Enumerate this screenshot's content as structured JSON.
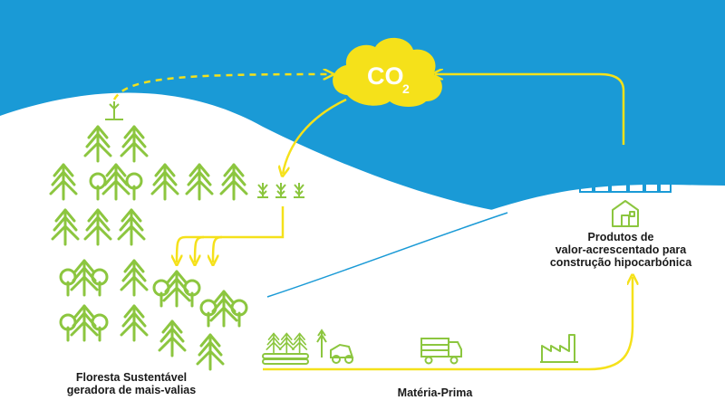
{
  "diagram": {
    "co2": {
      "main": "CO",
      "subscript": "2"
    },
    "forest_label": {
      "line1": "Floresta Sustentável",
      "line2": "geradora de mais-valias"
    },
    "products_label": {
      "line1": "Produtos de",
      "line2": "valor-acrescentado para",
      "line3": "construção hipocarbónica"
    },
    "materia_label": "Matéria-Prima"
  },
  "colors": {
    "sky": "#1a9ad6",
    "hill": "#ffffff",
    "tree_green": "#8cc63f",
    "arrow_yellow": "#f5e11a",
    "icon_green": "#8cc63f",
    "city_blue": "#1a9ad6",
    "line_blue": "#1a9ad6"
  }
}
